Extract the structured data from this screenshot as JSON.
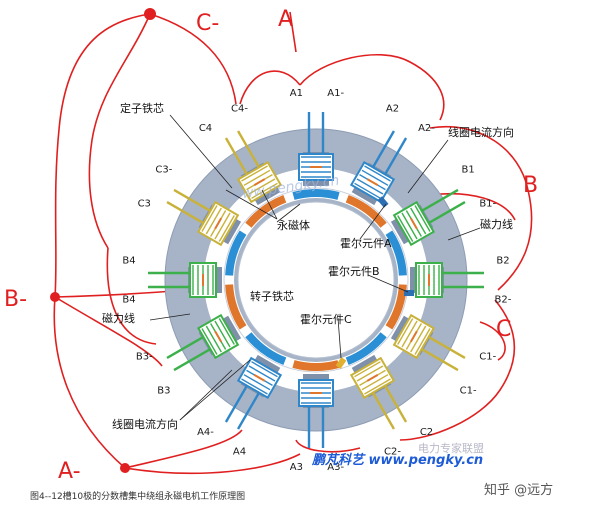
{
  "terminals": [
    {
      "label": "A1"
    },
    {
      "label": "A1-"
    },
    {
      "label": "A2"
    },
    {
      "label": "A2-"
    },
    {
      "label": "B1"
    },
    {
      "label": "B1-"
    },
    {
      "label": "B2"
    },
    {
      "label": "B2-"
    },
    {
      "label": "C1-"
    },
    {
      "label": "C1-"
    },
    {
      "label": "C2"
    },
    {
      "label": "C2-"
    },
    {
      "label": "A3-"
    },
    {
      "label": "A3"
    },
    {
      "label": "A4"
    },
    {
      "label": "A4-"
    },
    {
      "label": "B3"
    },
    {
      "label": "B3-"
    },
    {
      "label": "B4"
    },
    {
      "label": "B4"
    },
    {
      "label": "C3"
    },
    {
      "label": "C3-"
    },
    {
      "label": "C4"
    },
    {
      "label": "C4-"
    }
  ],
  "callouts": {
    "stator_core": "定子铁芯",
    "coil_current_dir_top": "线圈电流方向",
    "hall_a": "霍尔元件A",
    "magnetic_line_right": "磁力线",
    "permanent_magnet": "永磁体",
    "hall_b": "霍尔元件B",
    "rotor_core": "转子铁芯",
    "magnetic_line_left": "磁力线",
    "hall_c": "霍尔元件C",
    "coil_current_dir_bottom": "线圈电流方向"
  },
  "hand_labels": {
    "a_top": "A",
    "c_minus": "C-",
    "b_right": "B",
    "b_minus": "B-",
    "c_right": "C",
    "a_minus": "A-"
  },
  "watermarks": {
    "center": "www.pengky.cn",
    "brand": "鹏芃科艺 www.pengky.cn",
    "alliance": "电力专家联盟",
    "zhihu": "知乎 @远方"
  },
  "caption": "图4--12槽10极的分数槽集中绕组永磁电机工作原理图",
  "colors": {
    "stator": "#a7b4c7",
    "stator_dark": "#7f90aa",
    "magnet_orange": "#e0762b",
    "magnet_blue": "#2a8fd4",
    "coil_blue": "#2f87c9",
    "coil_green": "#3cb04a",
    "coil_yellow": "#c9b23a",
    "hand_red": "#e02020"
  }
}
